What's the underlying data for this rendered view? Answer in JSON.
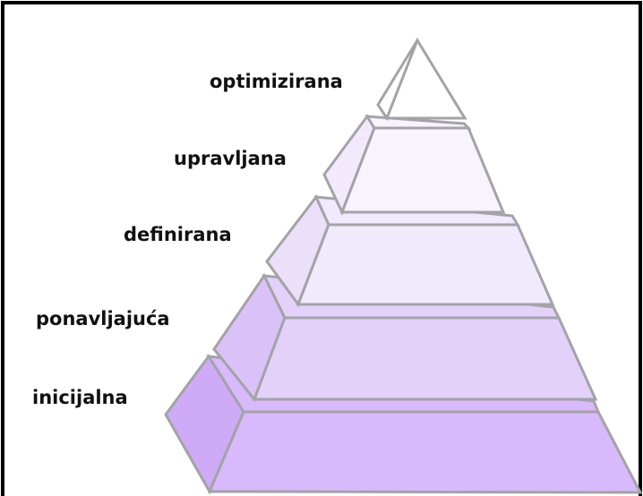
{
  "diagram": {
    "levels": [
      {
        "label": "optimizirana",
        "front_color": "#ffffff",
        "side_color": "#ffffff"
      },
      {
        "label": "upravljana",
        "front_color": "#f8f3fd",
        "side_color": "#f2eafc"
      },
      {
        "label": "definirana",
        "front_color": "#f1e9fc",
        "side_color": "#ebdffa"
      },
      {
        "label": "ponavljajuća",
        "front_color": "#e3d1fa",
        "side_color": "#dac2f8"
      },
      {
        "label": "inicijalna",
        "front_color": "#d8b9fb",
        "side_color": "#ceaaf7"
      }
    ],
    "edge_color": "#a3a3a8",
    "frame_color": "#000000"
  }
}
